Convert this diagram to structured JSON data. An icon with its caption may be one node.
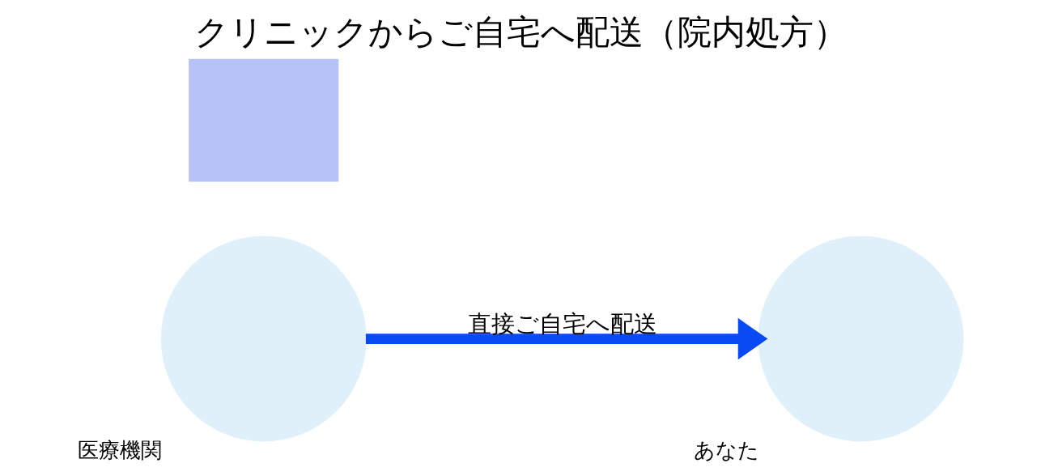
{
  "diagram": {
    "title": "クリニックからご自宅へ配送（院内処方）",
    "nodes": [
      {
        "text": [],
        "shape": "circle",
        "beside": [
          "医療機関"
        ]
      },
      {
        "text": [],
        "shape": "box"
      },
      {
        "text": [],
        "shape": "circle",
        "beside": [
          "あなた"
        ]
      }
    ],
    "edges": [
      {
        "from": 0,
        "to": 2,
        "arrow": "to",
        "label": "直接ご自宅へ配送"
      }
    ]
  }
}
